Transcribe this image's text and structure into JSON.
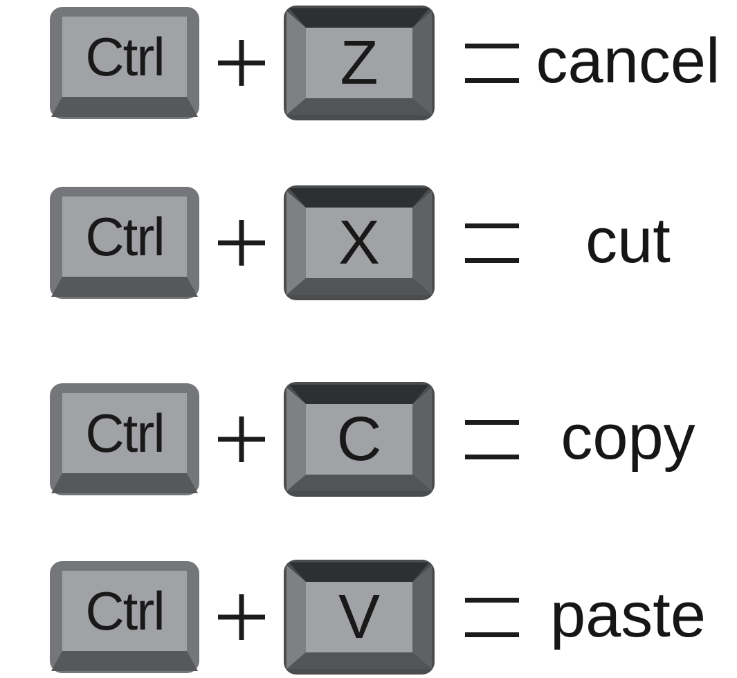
{
  "rows": [
    {
      "modifier_key": "Ctrl",
      "key": "Z",
      "action": "cancel"
    },
    {
      "modifier_key": "Ctrl",
      "key": "X",
      "action": "cut"
    },
    {
      "modifier_key": "Ctrl",
      "key": "C",
      "action": "copy"
    },
    {
      "modifier_key": "Ctrl",
      "key": "V",
      "action": "paste"
    }
  ],
  "operators": {
    "plus": "+",
    "equals": "="
  },
  "colors": {
    "background": "#ffffff",
    "text": "#191919",
    "symbol": "#1b1b1b",
    "keycap_face": "#a0a2a5",
    "ctrl_outer": "#747679",
    "ctrl_bottom_bevel": "#56585a",
    "letter_outer": "#4b4c4e",
    "letter_top_bevel": "#2e2f31",
    "letter_left_bevel": "#7e8082",
    "letter_right_bevel": "#5f6163",
    "letter_bottom_bevel": "#525456"
  }
}
